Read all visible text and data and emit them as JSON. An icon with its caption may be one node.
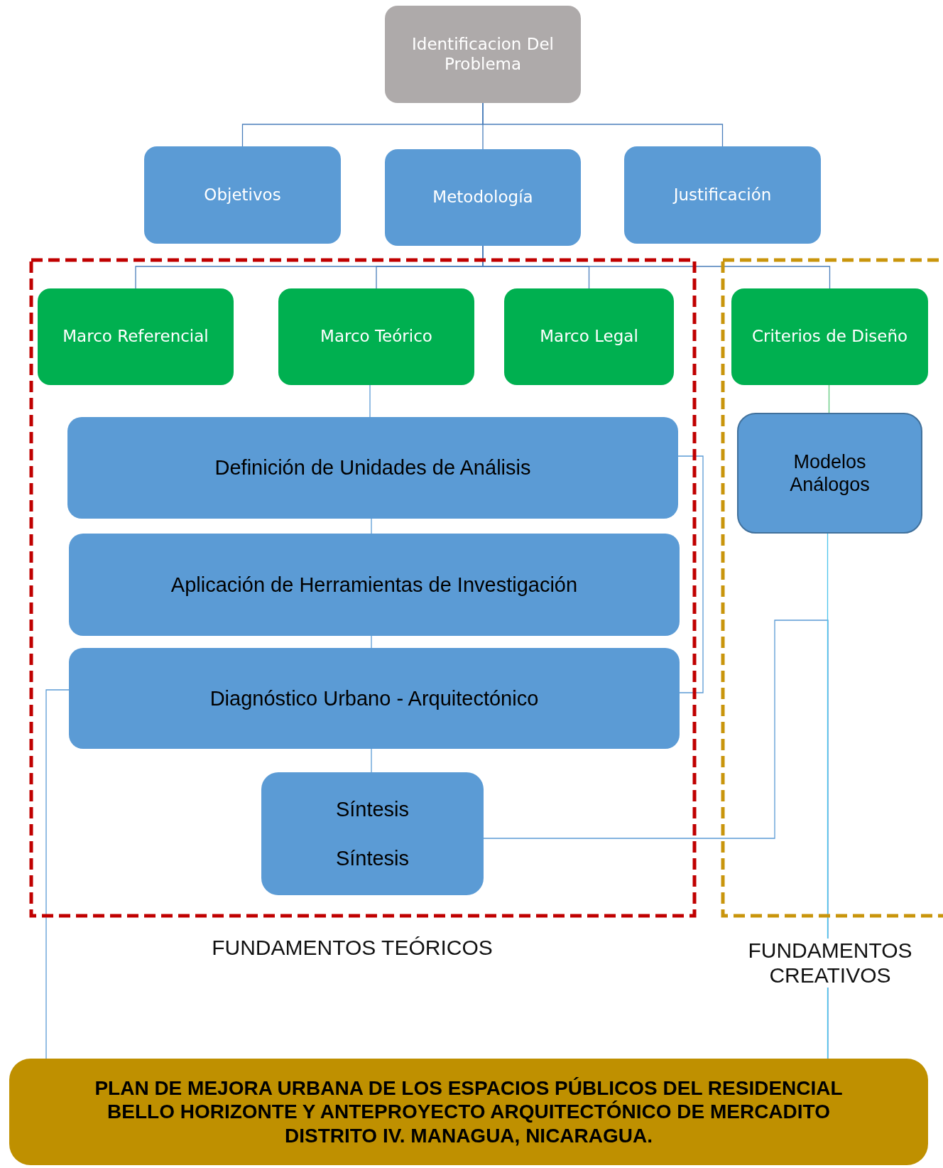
{
  "diagram": {
    "nodes": [
      {
        "text": [
          "Identificacion Del Problema"
        ]
      },
      {
        "text": [
          "Objetivos"
        ]
      },
      {
        "text": [
          "Metodología"
        ]
      },
      {
        "text": [
          "Justificación"
        ]
      },
      {
        "text": [
          "FUNDAMENTOS TEÓRICOS"
        ]
      },
      {
        "text": [
          "Marco Referencial"
        ],
        "in": 4
      },
      {
        "text": [
          "Marco Teórico"
        ],
        "in": 4
      },
      {
        "text": [
          "Marco Legal"
        ],
        "in": 4
      },
      {
        "text": [
          "FUNDAMENTOS CREATIVOS"
        ]
      },
      {
        "text": [
          "Criterios de Diseño"
        ],
        "in": 8
      },
      {
        "text": [
          "Definición de Unidades de Análisis"
        ],
        "in": 4
      },
      {
        "text": [
          "Aplicación de Herramientas de Investigación"
        ],
        "in": 4
      },
      {
        "text": [
          "Diagnóstico Urbano - Arquitectónico"
        ],
        "in": 4
      },
      {
        "text": [
          "Síntesis",
          "Síntesis"
        ],
        "in": 4
      },
      {
        "text": [
          "Modelos Análogos"
        ],
        "in": 8
      },
      {
        "text": [
          "PLAN DE MEJORA URBANA DE LOS ESPACIOS PÚBLICOS DEL RESIDENCIAL BELLO HORIZONTE Y ANTEPROYECTO ARQUITECTÓNICO DE MERCADITO DISTRITO IV. MANAGUA, NICARAGUA."
        ]
      }
    ],
    "edges": [
      {
        "from": 0,
        "to": 1,
        "arrow": "none",
        "color": "#4a7ebb"
      },
      {
        "from": 0,
        "to": 2,
        "arrow": "none",
        "color": "#4a7ebb"
      },
      {
        "from": 0,
        "to": 3,
        "arrow": "none",
        "color": "#4a7ebb"
      },
      {
        "from": 2,
        "to": 5,
        "arrow": "none",
        "color": "#4a7ebb"
      },
      {
        "from": 2,
        "to": 6,
        "arrow": "none",
        "color": "#4a7ebb"
      },
      {
        "from": 2,
        "to": 7,
        "arrow": "none",
        "color": "#4a7ebb"
      },
      {
        "from": 2,
        "to": 9,
        "arrow": "none",
        "color": "#4a7ebb"
      },
      {
        "from": 6,
        "to": 10,
        "arrow": "none"
      },
      {
        "from": 10,
        "to": 11,
        "arrow": "none"
      },
      {
        "from": 11,
        "to": 12,
        "arrow": "none"
      },
      {
        "from": 12,
        "to": 13,
        "arrow": "none"
      },
      {
        "from": 10,
        "to": 12,
        "arrow": "none"
      },
      {
        "from": 12,
        "to": 15,
        "arrow": "none"
      },
      {
        "from": 13,
        "to": 15,
        "arrow": "none"
      },
      {
        "from": 9,
        "to": 14,
        "arrow": "none",
        "color": "#5cc87a"
      },
      {
        "from": 14,
        "to": 15,
        "arrow": "none",
        "color": "#4cc4ec"
      }
    ]
  }
}
